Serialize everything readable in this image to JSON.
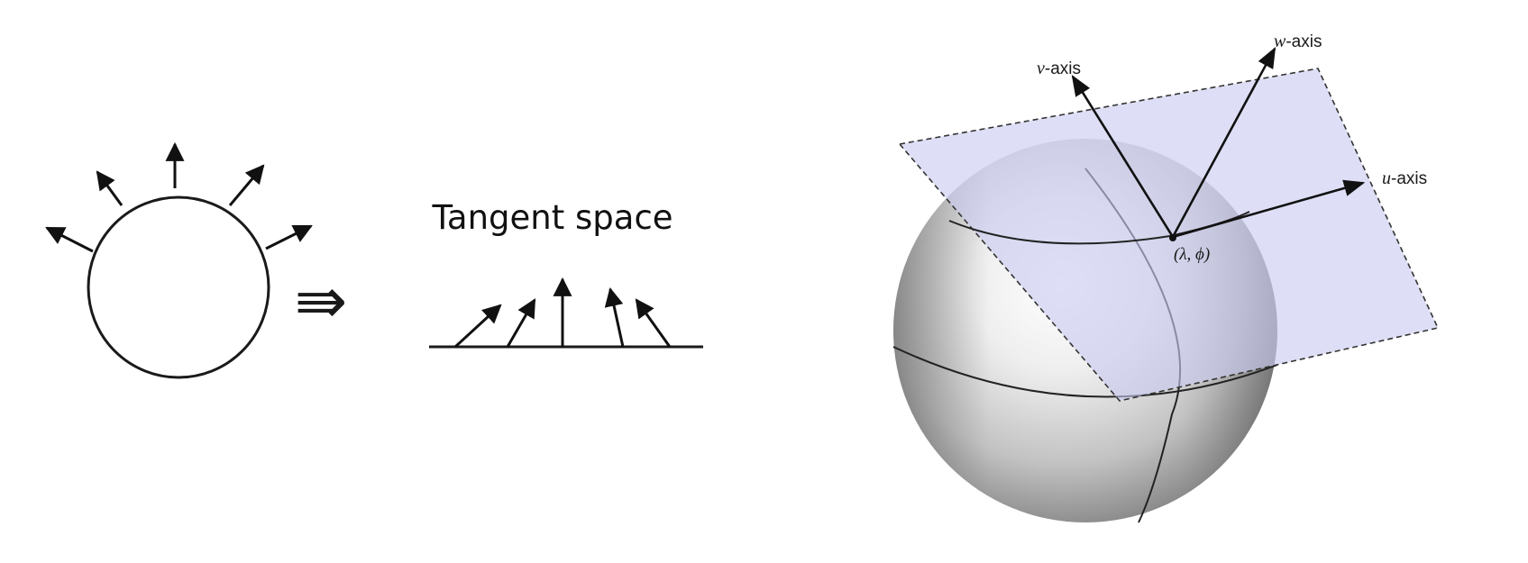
{
  "left_panel": {
    "implies_symbol": "⇛",
    "caption": "Tangent space"
  },
  "right_panel": {
    "axes": [
      {
        "letter": "v",
        "suffix": "-axis"
      },
      {
        "letter": "w",
        "suffix": "-axis"
      },
      {
        "letter": "u",
        "suffix": "-axis"
      }
    ],
    "point_label": "(λ, ϕ)"
  },
  "colors": {
    "stroke": "#1a1a1a",
    "plane_fill": "#d2d4f2",
    "sphere_light": "#fdfdfd",
    "sphere_dark": "#7a7a7a"
  }
}
